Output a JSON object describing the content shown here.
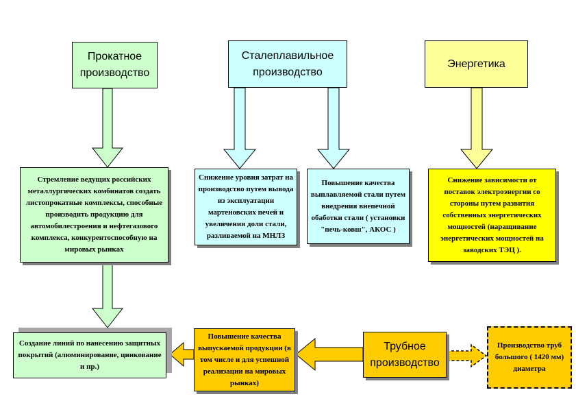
{
  "colors": {
    "green": "#ccffcc",
    "cyan": "#ccffff",
    "light_yellow": "#ffff99",
    "yellow": "#ffff00",
    "orange": "#ffcc00"
  },
  "nodes": {
    "rolling": "Прокатное производство",
    "steelmaking": "Сталеплавильное производство",
    "energy": "Энергетика",
    "rolling_goal": "Стремление ведущих российских металлургических комбинатов создать листопрокатные комплексы, способные производить продукцию для автомобилестроения и нефтегазового комплекса, конкурентоспособную на мировых рынках",
    "cost_reduction": "Снижение уровня затрат на производство путем вывода из эксплуатации мартеновских печей и увеличения доли стали, разливаемой на МНЛЗ",
    "quality_steel": "Повышение качества выплавляемой стали путем внедрения внепечной обаботки стали ( установки \"печь-ковш\", АКОС )",
    "energy_independence": "Снижение зависимости от поставок электроэнергии со стороны путем развития собственных энергетических мощностей (наращивание энергетических мощностей на заводских ТЭЦ ).",
    "coating_lines": "Создание линий по нанесению защитных покрытий (алюминирование, цинкование и пр.)",
    "product_quality": "Повышение качества выпускаемой продукции (в том числе и для успешной реализации на мировых рынках)",
    "pipe": "Трубное производство",
    "large_pipe": "Производство труб большого ( 1420 мм) диаметра"
  }
}
